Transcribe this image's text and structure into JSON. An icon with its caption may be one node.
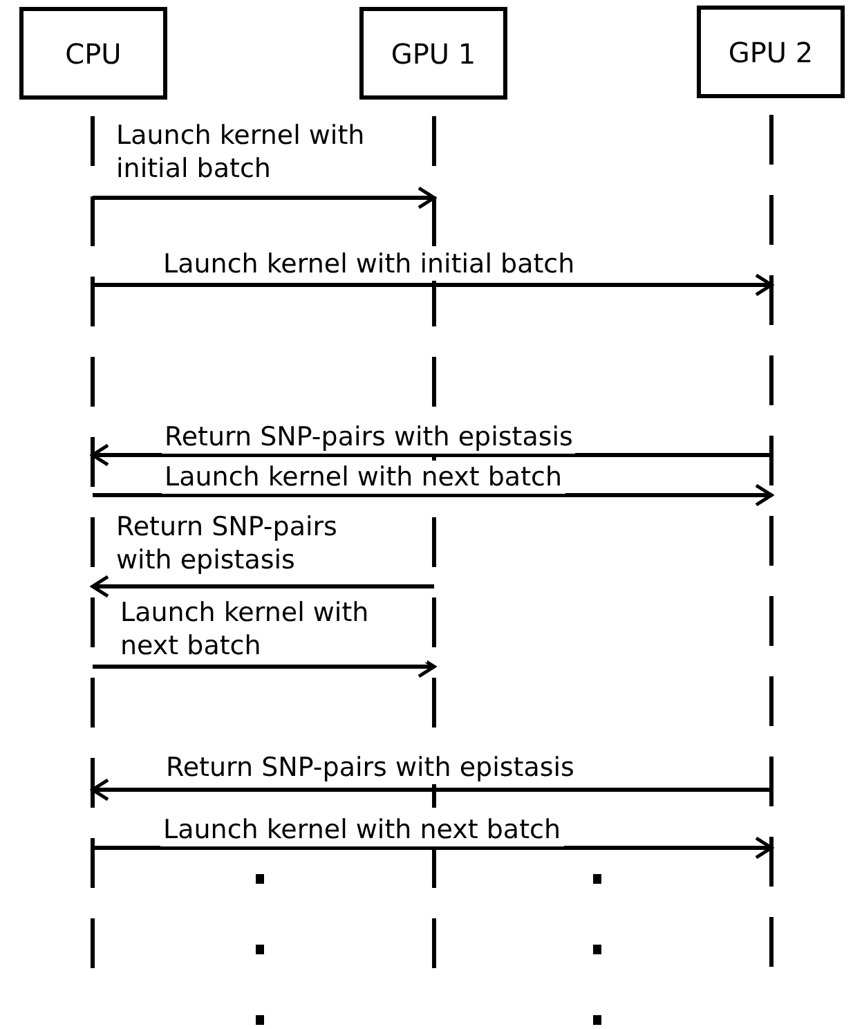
{
  "diagram": {
    "nodes": [
      {
        "text": [
          "CPU"
        ]
      },
      {
        "text": [
          "GPU 1"
        ]
      },
      {
        "text": [
          "GPU 2"
        ]
      },
      {
        "text": [],
        "shape": "line"
      },
      {
        "text": [],
        "shape": "line"
      },
      {
        "text": [],
        "shape": "line"
      }
    ],
    "edges": [
      {
        "from": 3,
        "to": 4,
        "arrow": "to",
        "label": "Launch kernel with initial batch"
      },
      {
        "from": 3,
        "to": 5,
        "arrow": "to",
        "label": "Launch kernel with initial batch"
      },
      {
        "from": 5,
        "to": 3,
        "arrow": "to",
        "label": "Return SNP-pairs with epistasis"
      },
      {
        "from": 3,
        "to": 5,
        "arrow": "to",
        "label": "Launch kernel with next batch"
      },
      {
        "from": 4,
        "to": 3,
        "arrow": "to",
        "label": "Return SNP-pairs with epistasis"
      },
      {
        "from": 3,
        "to": 4,
        "arrow": "to",
        "label": "Launch kernel with next batch"
      },
      {
        "from": 5,
        "to": 3,
        "arrow": "to",
        "label": "Return SNP-pairs with epistasis"
      },
      {
        "from": 3,
        "to": 5,
        "arrow": "to",
        "label": "Launch kernel with next batch"
      }
    ]
  }
}
